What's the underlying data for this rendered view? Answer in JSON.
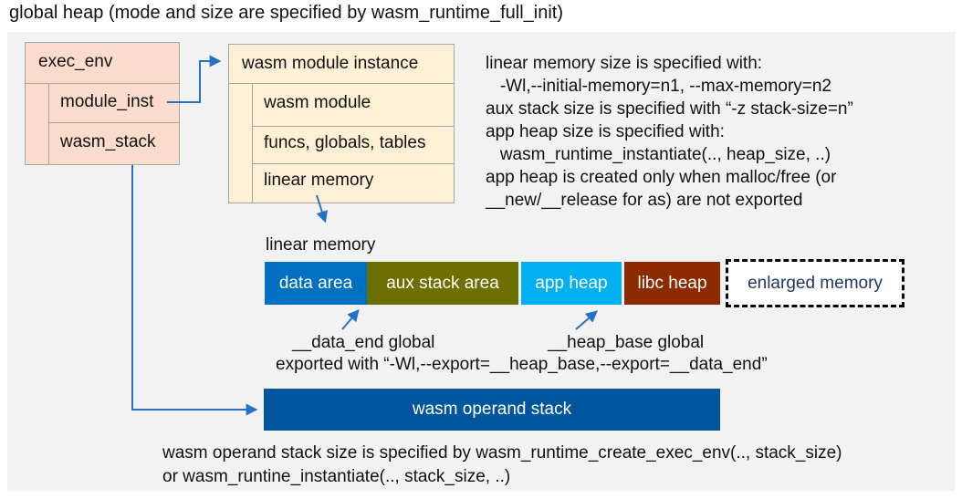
{
  "title": "global heap (mode and size are specified by wasm_runtime_full_init)",
  "exec_env_box": {
    "header": "exec_env",
    "rows": [
      {
        "label": "module_inst"
      },
      {
        "label": "wasm_stack"
      }
    ]
  },
  "module_instance_box": {
    "header": "wasm module instance",
    "rows": [
      {
        "label": "wasm module"
      },
      {
        "label": "funcs, globals, tables"
      },
      {
        "label": "linear memory"
      }
    ]
  },
  "notes_right": {
    "lines": [
      "linear memory size is specified with:",
      "   -Wl,--initial-memory=n1, --max-memory=n2",
      "aux stack size is specified with “-z stack-size=n”",
      "app heap size is specified with:",
      "   wasm_runtime_instantiate(.., heap_size, ..)",
      "app heap is created only when malloc/free (or",
      "__new/__release for as) are not exported"
    ]
  },
  "linear_memory": {
    "label": "linear memory",
    "segments": [
      {
        "label": "data area",
        "color": "#0070C0"
      },
      {
        "label": "aux stack area",
        "color": "#6B7000"
      },
      {
        "label": "app heap",
        "color": "#00B0F0"
      },
      {
        "label": "libc heap",
        "color": "#8C2B00"
      },
      {
        "label": "enlarged memory",
        "color": "#FFFFFF",
        "border": "dashed"
      }
    ],
    "annotations": {
      "data_end": "__data_end global",
      "heap_base": "__heap_base global",
      "exported": "exported with “-Wl,--export=__heap_base,--export=__data_end”"
    }
  },
  "operand_stack": {
    "label": "wasm operand stack",
    "notes": [
      "wasm operand stack size is specified by wasm_runtime_create_exec_env(.., stack_size)",
      "or wasm_runtine_instantiate(.., stack_size, ..)"
    ]
  },
  "colors": {
    "canvas_bg": "#F2F2F2",
    "exec_env_fill": "#FBDCCB",
    "module_instance_fill": "#FDF0D5",
    "box_border": "#A6A6A6",
    "data_area": "#0070C0",
    "aux_stack_area": "#6B7000",
    "app_heap": "#00B0F0",
    "libc_heap": "#8C2B00",
    "enlarged_memory_text": "#1F3864",
    "operand_stack_fill": "#00559C",
    "arrow": "#2472C8"
  }
}
